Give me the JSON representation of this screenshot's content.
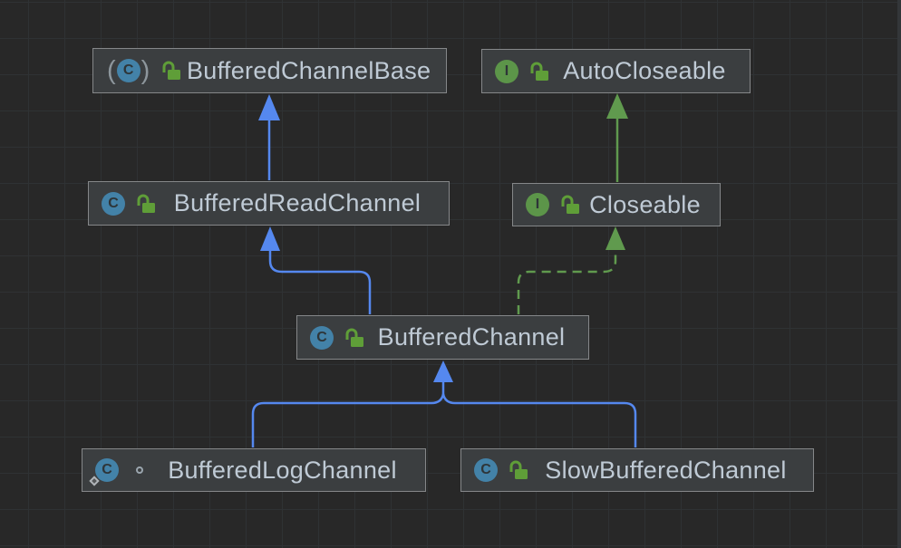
{
  "app": {
    "view": "UML Class Diagram"
  },
  "colors": {
    "bg": "#282828",
    "grid-line": "#2f3234",
    "node-bg": "#3b3e40",
    "node-border": "#858789",
    "label-text": "#bfcad5",
    "class-icon": "#4382a8",
    "interface-icon": "#5c9549",
    "lock-icon": "#5f9e38",
    "package-private-icon": "#9aa5ae",
    "glyph": "#2e3538",
    "paren": "#8d969c",
    "edge-extends-class": "#5588ef",
    "edge-extends-interface": "#609a4e",
    "edge-implements": "#609a4e",
    "scroll-strip": "#333639"
  },
  "nodes": [
    {
      "label": "BufferedChannelBase",
      "kind": "abstract class",
      "icon_letter": "C",
      "visibility": "public"
    },
    {
      "label": "AutoCloseable",
      "kind": "interface",
      "icon_letter": "I",
      "visibility": "public"
    },
    {
      "label": "BufferedReadChannel",
      "kind": "class",
      "icon_letter": "C",
      "visibility": "public"
    },
    {
      "label": "Closeable",
      "kind": "interface",
      "icon_letter": "I",
      "visibility": "public"
    },
    {
      "label": "BufferedChannel",
      "kind": "class",
      "icon_letter": "C",
      "visibility": "public"
    },
    {
      "label": "BufferedLogChannel",
      "kind": "static nested class",
      "icon_letter": "C",
      "visibility": "package-private"
    },
    {
      "label": "SlowBufferedChannel",
      "kind": "class",
      "icon_letter": "C",
      "visibility": "public"
    }
  ],
  "edges": [
    {
      "from": "BufferedReadChannel",
      "to": "BufferedChannelBase",
      "type": "extends",
      "style": "solid"
    },
    {
      "from": "Closeable",
      "to": "AutoCloseable",
      "type": "extends",
      "style": "solid"
    },
    {
      "from": "BufferedChannel",
      "to": "BufferedReadChannel",
      "type": "extends",
      "style": "solid"
    },
    {
      "from": "BufferedChannel",
      "to": "Closeable",
      "type": "implements",
      "style": "dashed"
    },
    {
      "from": "BufferedLogChannel",
      "to": "BufferedChannel",
      "type": "extends",
      "style": "solid"
    },
    {
      "from": "SlowBufferedChannel",
      "to": "BufferedChannel",
      "type": "extends",
      "style": "solid"
    }
  ]
}
